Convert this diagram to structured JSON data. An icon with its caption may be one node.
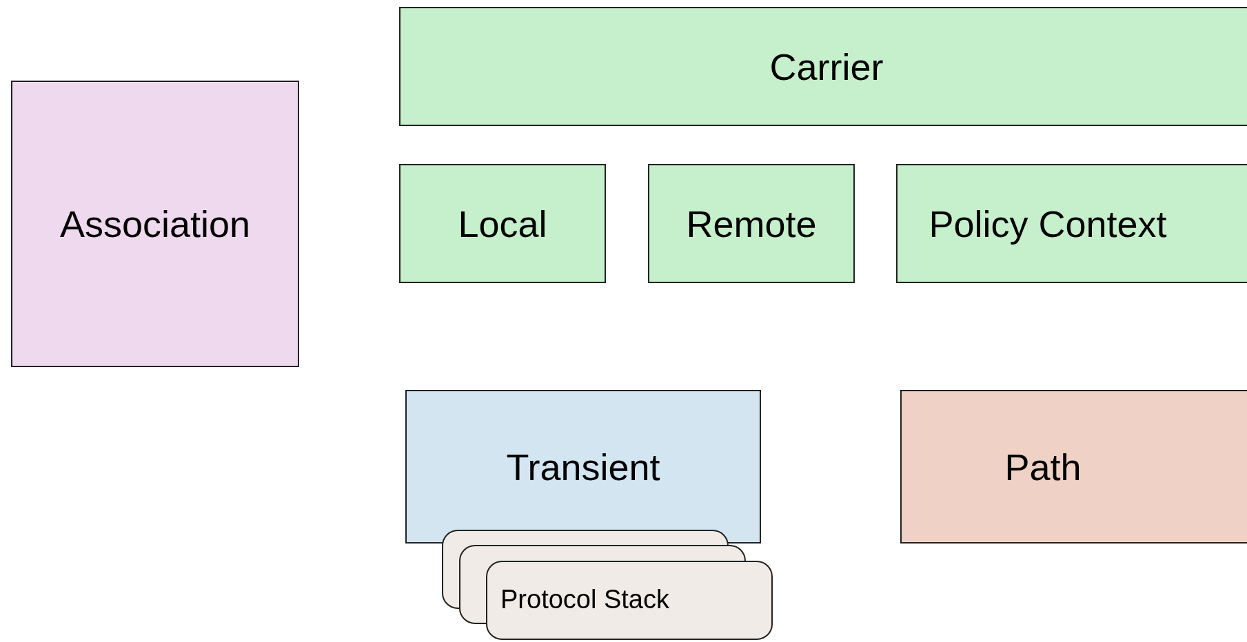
{
  "diagram": {
    "nodes": [
      {
        "text": [
          "Carrier"
        ]
      },
      {
        "text": [
          "Association"
        ]
      },
      {
        "text": [
          "Local"
        ]
      },
      {
        "text": [
          "Remote"
        ]
      },
      {
        "text": [
          "Policy Context"
        ]
      },
      {
        "text": [
          "Transient"
        ]
      },
      {
        "text": [
          "Path"
        ]
      },
      {
        "text": [
          "Protocol Stack"
        ]
      }
    ]
  }
}
